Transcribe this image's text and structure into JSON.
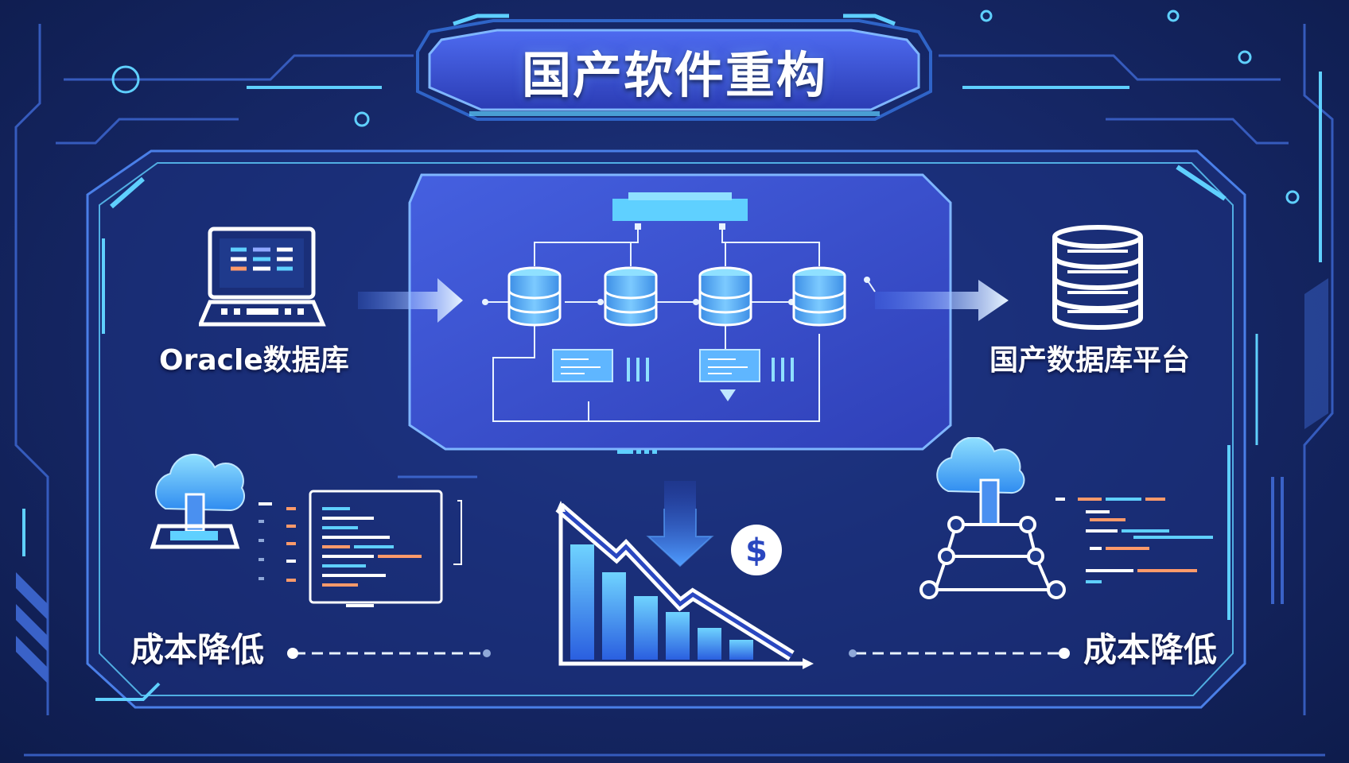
{
  "title": "国产软件重构",
  "source": {
    "label": "Oracle数据库",
    "icon": "laptop-icon"
  },
  "target": {
    "label": "国产数据库平台",
    "icon": "database-stack-icon"
  },
  "cost_left": {
    "label": "成本降低",
    "icon": "cloud-upload-icon"
  },
  "cost_right": {
    "label": "成本降低",
    "icon": "cloud-network-icon"
  },
  "center_currency_symbol": "$",
  "colors": {
    "background": "#17296b",
    "panel": "#3b50c8",
    "accent_cyan": "#5fd0ff",
    "accent_blue": "#3a8dff",
    "title_plate": "#3d52d6",
    "code_orange": "#ff9a6a"
  }
}
